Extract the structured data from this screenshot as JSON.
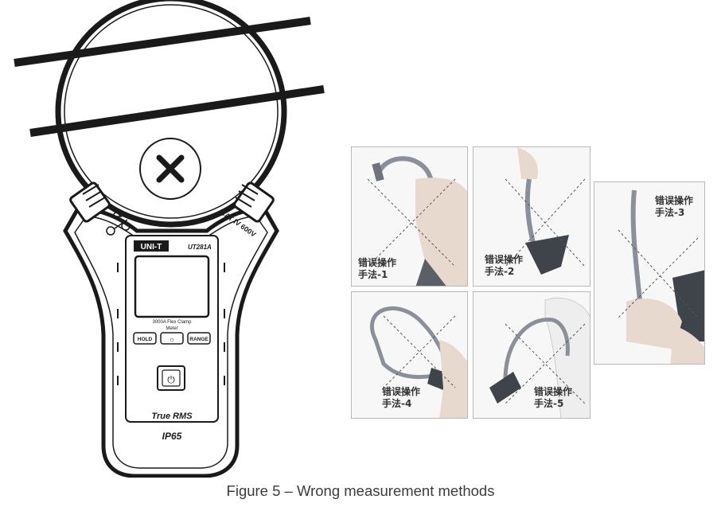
{
  "meter": {
    "brand": "UNI-T",
    "model": "UT281A",
    "spec_label_line1": "3000A Flex Clamp",
    "spec_label_line2": "Meter",
    "hold_label": "HOLD",
    "backlight_symbol": "☼",
    "range_label": "RANGE",
    "power_symbol": "⏻",
    "true_rms": "True RMS",
    "ip_rating": "IP65",
    "cat_rating": "CAT IV 600V",
    "wrong_mark": "✕"
  },
  "photos": [
    {
      "id": "1",
      "caption": "错误操作\n手法-1"
    },
    {
      "id": "2",
      "caption": "错误操作\n手法-2"
    },
    {
      "id": "3",
      "caption": "错误操作\n手法-3"
    },
    {
      "id": "4",
      "caption": "错误操作\n手法-4"
    },
    {
      "id": "5",
      "caption": "错误操作\n手法-5"
    }
  ],
  "caption": "Figure 5 – Wrong measurement methods",
  "colors": {
    "line": "#1a1a1a",
    "photo_bg": "#f7f7f7",
    "caption_text": "#3c3c3c",
    "cable": "#8a8f9a",
    "skin": "#e8d9cf"
  },
  "icons": [
    "wrong-x-icon",
    "power-icon",
    "backlight-icon",
    "lock-icon",
    "unlock-icon"
  ]
}
